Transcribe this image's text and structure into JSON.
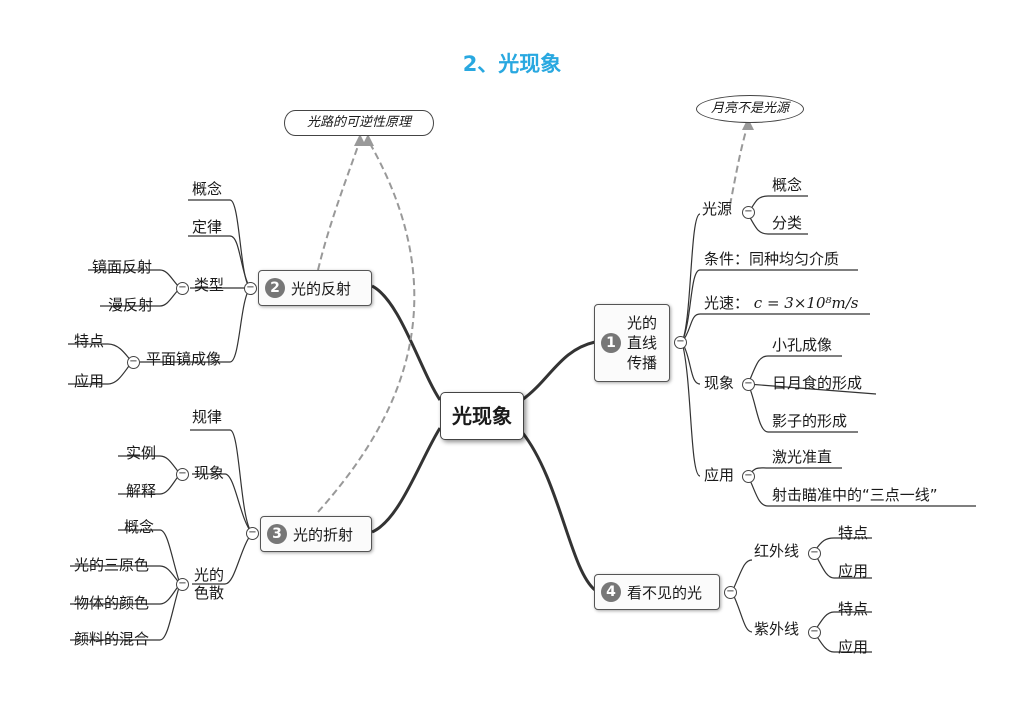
{
  "title": "2、光现象",
  "center": "光现象",
  "reflection": {
    "num": "2",
    "label": "光的反射",
    "principle": "光路的可逆性原理",
    "concept": "概念",
    "law": "定律",
    "types": "类型",
    "mirror": "镜面反射",
    "diffuse": "漫反射",
    "plane": "平面镜成像",
    "feature": "特点",
    "application": "应用"
  },
  "refraction": {
    "num": "3",
    "label": "光的折射",
    "law": "规律",
    "phenomenon": "现象",
    "example": "实例",
    "explain": "解释",
    "dispersion": "光的色散",
    "concept": "概念",
    "primary": "光的三原色",
    "object_color": "物体的颜色",
    "pigment": "颜料的混合"
  },
  "straight": {
    "num": "1",
    "label_1": "光的",
    "label_2": "直线",
    "label_3": "传播",
    "moon": "月亮不是光源",
    "source": "光源",
    "concept": "概念",
    "classify": "分类",
    "condition": "条件：同种均匀介质",
    "speed_label": "光速：",
    "speed_value": "c = 3×10⁸m/s",
    "phenomenon": "现象",
    "pinhole": "小孔成像",
    "eclipse": "日月食的形成",
    "shadow": "影子的形成",
    "application": "应用",
    "laser": "激光准直",
    "shooting": "射击瞄准中的“三点一线”"
  },
  "invisible": {
    "num": "4",
    "label": "看不见的光",
    "infrared": "红外线",
    "ir_feature": "特点",
    "ir_application": "应用",
    "ultraviolet": "紫外线",
    "uv_feature": "特点",
    "uv_application": "应用"
  }
}
